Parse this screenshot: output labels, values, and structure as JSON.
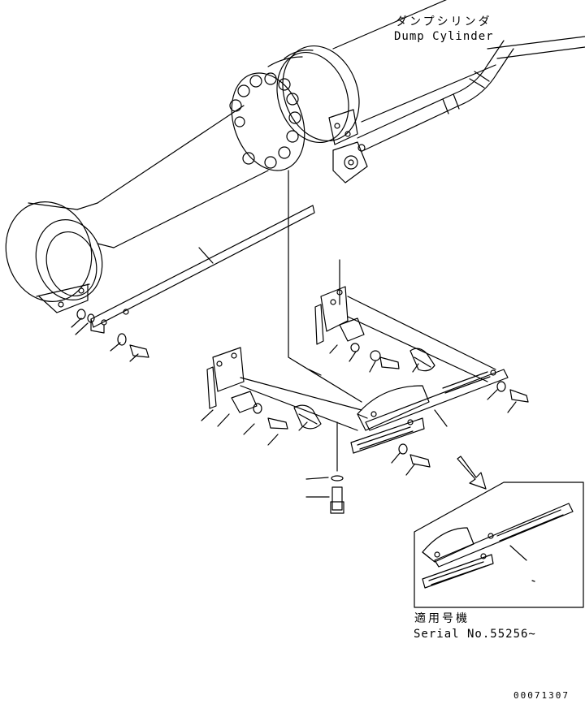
{
  "callout": {
    "name_jp": "ダンプシリンダ",
    "name_en": "Dump Cylinder"
  },
  "serial_box": {
    "applicability_jp": "適用号機",
    "serial": "Serial No.55256~"
  },
  "drawing_number": "00071307",
  "colors": {
    "line": "#000000",
    "background": "#ffffff"
  }
}
